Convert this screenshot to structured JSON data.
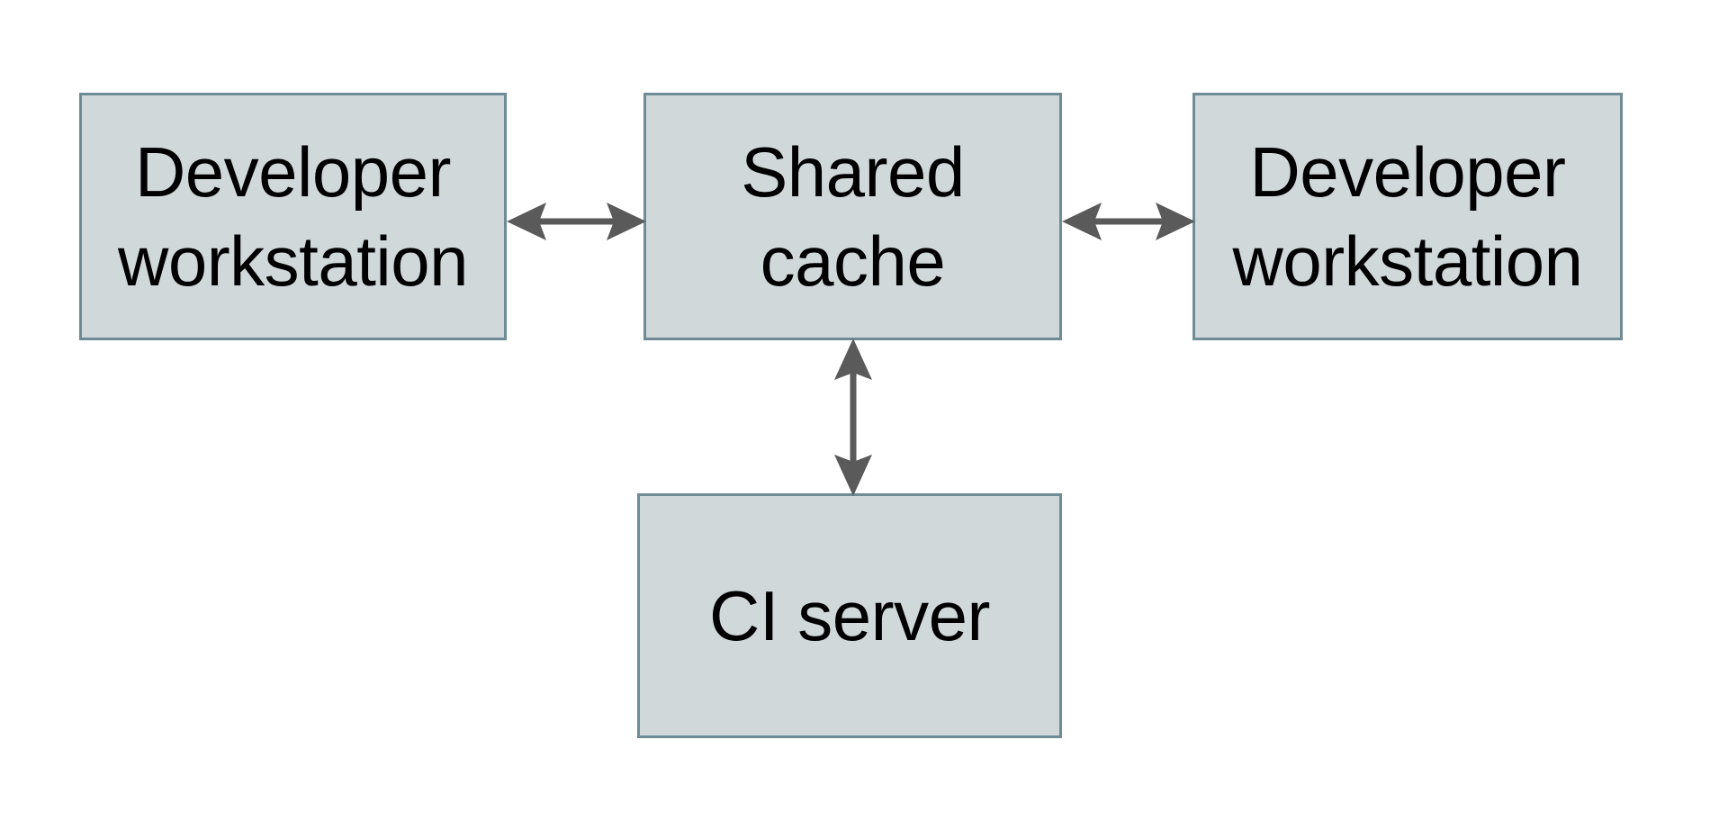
{
  "diagram": {
    "background_color": "#ffffff",
    "node_fill_color": "#d0d8da",
    "node_border_color": "#6e8b96",
    "connector_color": "#5a5a5a",
    "text_color": "#000000",
    "nodes": [
      {
        "id": "dev-left",
        "label": "Developer\nworkstation"
      },
      {
        "id": "cache",
        "label": "Shared\ncache"
      },
      {
        "id": "dev-right",
        "label": "Developer\nworkstation"
      },
      {
        "id": "ci",
        "label": "CI server"
      }
    ],
    "edges": [
      {
        "id": "left-cache",
        "from": "dev-left",
        "to": "cache",
        "direction": "bidirectional",
        "orientation": "horizontal",
        "label": ""
      },
      {
        "id": "cache-right",
        "from": "cache",
        "to": "dev-right",
        "direction": "bidirectional",
        "orientation": "horizontal",
        "label": ""
      },
      {
        "id": "cache-ci",
        "from": "cache",
        "to": "ci",
        "direction": "bidirectional",
        "orientation": "vertical",
        "label": ""
      }
    ]
  }
}
